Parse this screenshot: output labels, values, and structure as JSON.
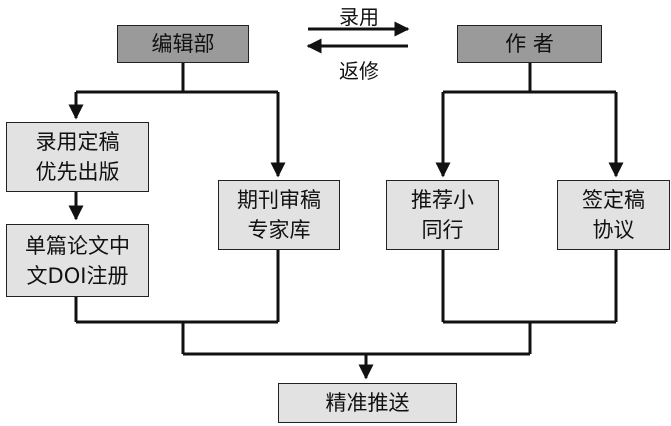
{
  "nodes": {
    "editorial": "编辑部",
    "author": "作  者",
    "accept_first": "录用定稿\n优先出版",
    "expert_db": "期刊审稿\n专家库",
    "recommend_peers": "推荐小\n同行",
    "sign_agreement": "签定稿\n协议",
    "doi_registration": "单篇论文中\n文DOI注册",
    "precise_push": "精准推送"
  },
  "arrow_labels": {
    "accept": "录用",
    "revise": "返修"
  },
  "colors": {
    "header_box": "#9a9a9a",
    "step_box": "#e2e2e2",
    "line": "#111111"
  }
}
